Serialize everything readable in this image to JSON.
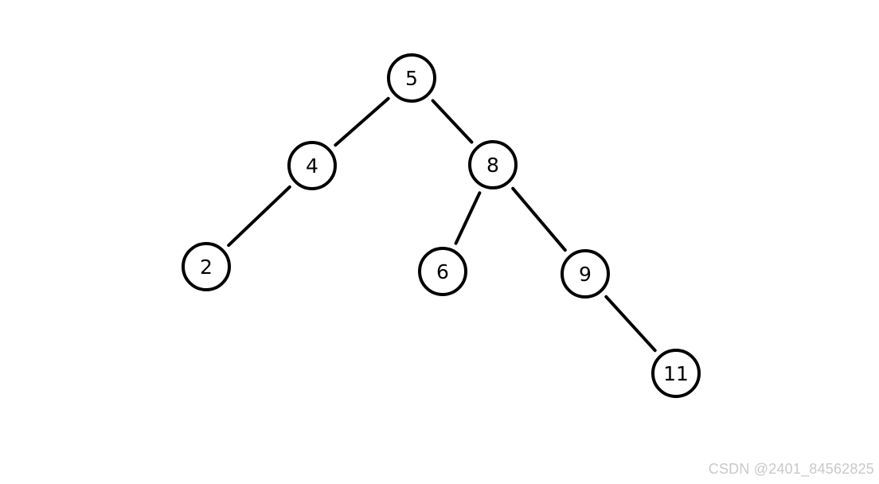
{
  "tree": {
    "nodes": [
      {
        "id": "n5",
        "label": "5"
      },
      {
        "id": "n4",
        "label": "4"
      },
      {
        "id": "n8",
        "label": "8"
      },
      {
        "id": "n2",
        "label": "2"
      },
      {
        "id": "n6",
        "label": "6"
      },
      {
        "id": "n9",
        "label": "9"
      },
      {
        "id": "n11",
        "label": "11"
      }
    ],
    "edges": [
      {
        "from": "n5",
        "to": "n4"
      },
      {
        "from": "n5",
        "to": "n8"
      },
      {
        "from": "n4",
        "to": "n2"
      },
      {
        "from": "n8",
        "to": "n6"
      },
      {
        "from": "n8",
        "to": "n9"
      },
      {
        "from": "n9",
        "to": "n11"
      }
    ]
  },
  "watermark": {
    "text": "CSDN @2401_84562825"
  }
}
